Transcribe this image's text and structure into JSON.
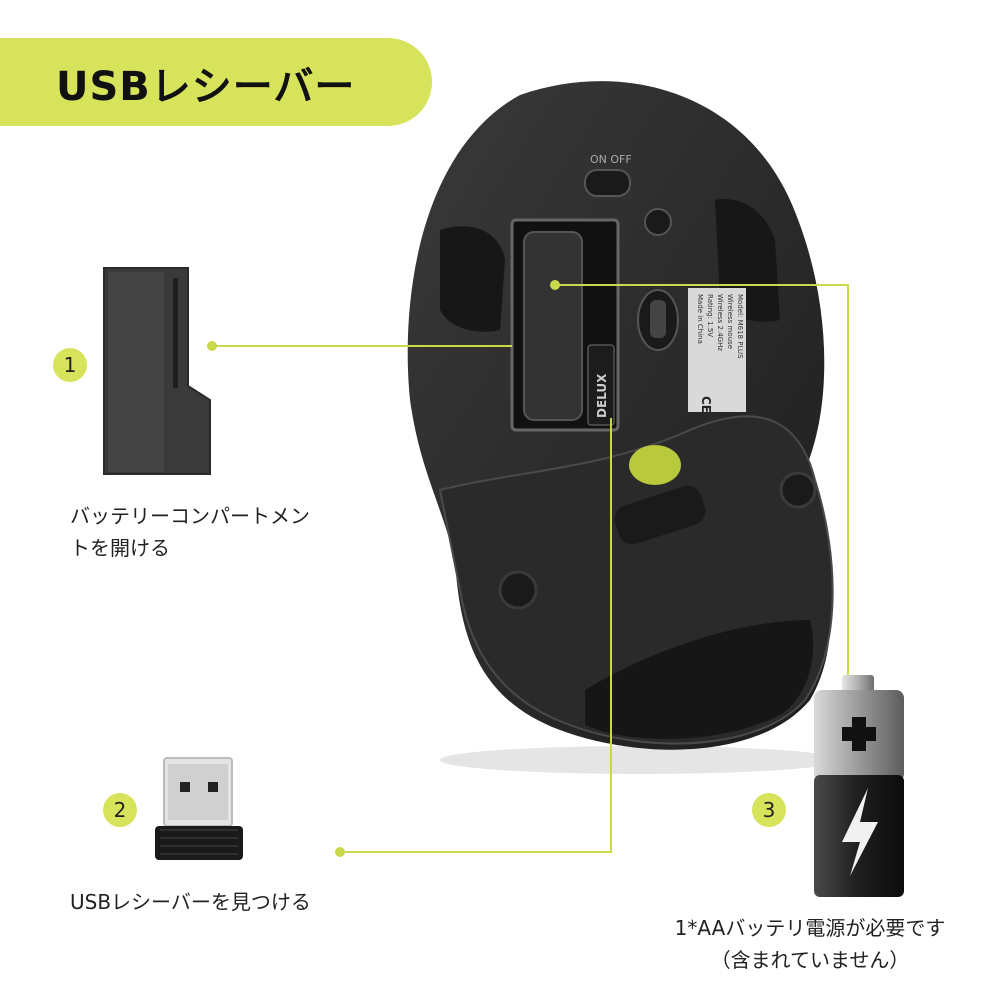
{
  "header": {
    "title": "USBレシーバー"
  },
  "steps": [
    {
      "number": "1",
      "caption_line1": "バッテリーコンパートメン",
      "caption_line2": "トを開ける"
    },
    {
      "number": "2",
      "caption_line1": "USBレシーバーを見つける"
    },
    {
      "number": "3",
      "caption_line1": "1*AAバッテリ電源が必要です",
      "caption_line2": "（含まれていません）"
    }
  ],
  "mouse": {
    "switch_label": "ON OFF",
    "receiver_brand": "DELUX",
    "label_lines": [
      "Model: M618 PLUS",
      "Wireless mouse",
      "Wireless 2.4GHz",
      "Rating: 1.5V",
      "Made in China"
    ],
    "label_marks": "CE"
  },
  "colors": {
    "accent": "#d7e35a",
    "mouse_body": "#2b2b2b"
  },
  "icons": {
    "battery": "battery-icon",
    "bolt": "lightning-bolt-icon"
  }
}
